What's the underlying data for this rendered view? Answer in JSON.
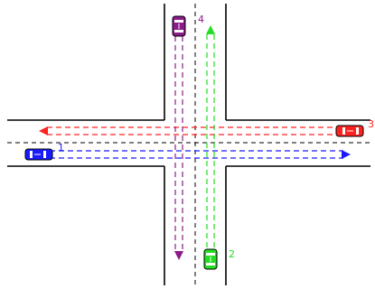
{
  "diagram": {
    "colors": {
      "road_edge": "#000000",
      "lane_divider": "#000000",
      "background": "#ffffff"
    },
    "vehicles": [
      {
        "label": "1",
        "color": "#1a1aff",
        "direction": "east",
        "path_style": "dashed"
      },
      {
        "label": "2",
        "color": "#22dd22",
        "direction": "north",
        "path_style": "dashed"
      },
      {
        "label": "3",
        "color": "#ff2020",
        "direction": "west",
        "path_style": "dashed"
      },
      {
        "label": "4",
        "color": "#8b1a8b",
        "direction": "south",
        "path_style": "dashed"
      }
    ]
  }
}
